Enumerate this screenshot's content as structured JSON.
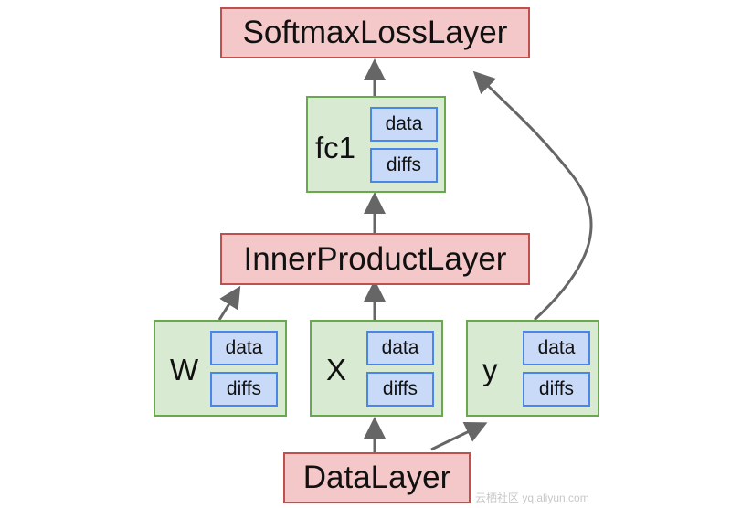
{
  "layers": {
    "softmax": "SoftmaxLossLayer",
    "inner_product": "InnerProductLayer",
    "data": "DataLayer"
  },
  "blobs": {
    "fc1": {
      "name": "fc1",
      "fields": [
        "data",
        "diffs"
      ]
    },
    "w": {
      "name": "W",
      "fields": [
        "data",
        "diffs"
      ]
    },
    "x": {
      "name": "X",
      "fields": [
        "data",
        "diffs"
      ]
    },
    "y": {
      "name": "y",
      "fields": [
        "data",
        "diffs"
      ]
    }
  },
  "watermark": "云栖社区 yq.aliyun.com",
  "colors": {
    "layer_fill": "#f4c7c8",
    "layer_border": "#c0504d",
    "blob_fill": "#d9ead3",
    "blob_border": "#6aa84f",
    "field_fill": "#c9daf8",
    "field_border": "#4a86e8",
    "arrow": "#666666"
  }
}
